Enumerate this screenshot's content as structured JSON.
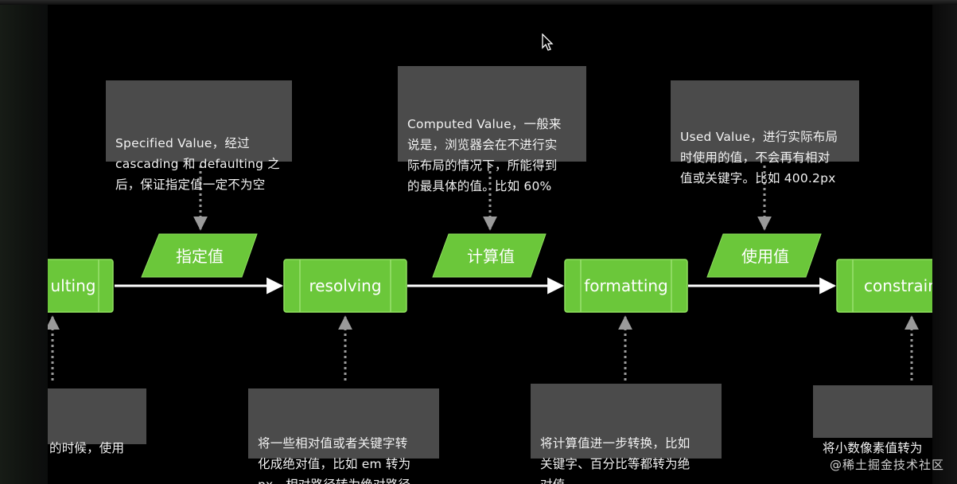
{
  "nodes": {
    "defaulting": {
      "label": "ulting"
    },
    "resolving": {
      "label": "resolving"
    },
    "formatting": {
      "label": "formatting"
    },
    "constraining": {
      "label": "constrain"
    }
  },
  "values": {
    "specified": {
      "label": "指定值"
    },
    "computed": {
      "label": "计算值"
    },
    "used": {
      "label": "使用值"
    }
  },
  "notes": {
    "specified": {
      "text": "Specified Value，经过\ncascading 和 defaulting 之\n后，保证指定值一定不为空"
    },
    "computed": {
      "text": "Computed Value，一般来\n说是，浏览器会在不进行实\n际布局的情况下，所能得到\n的最具体的值。比如 60%"
    },
    "used": {
      "text": "Used Value，进行实际布局\n时使用的值，不会再有相对\n值或关键字。比如 400.2px"
    },
    "defaulting_desc": {
      "text": "的时候，使用"
    },
    "resolving_desc": {
      "text": "将一些相对值或者关键字转\n化成绝对值，比如 em 转为\npx，相对路径转为绝对路径"
    },
    "formatting_desc": {
      "text": "将计算值进一步转换，比如\n关键字、百分比等都转为绝\n对值"
    },
    "constraining_desc": {
      "text": "将小数像素值转为"
    }
  },
  "watermark": "@稀土掘金技术社区",
  "colors": {
    "node_fill": "#6bc73a",
    "node_stroke": "#8fe05f",
    "note_fill": "#4b4b4b",
    "arrow": "#ffffff",
    "dotted": "#9a9a9a"
  }
}
